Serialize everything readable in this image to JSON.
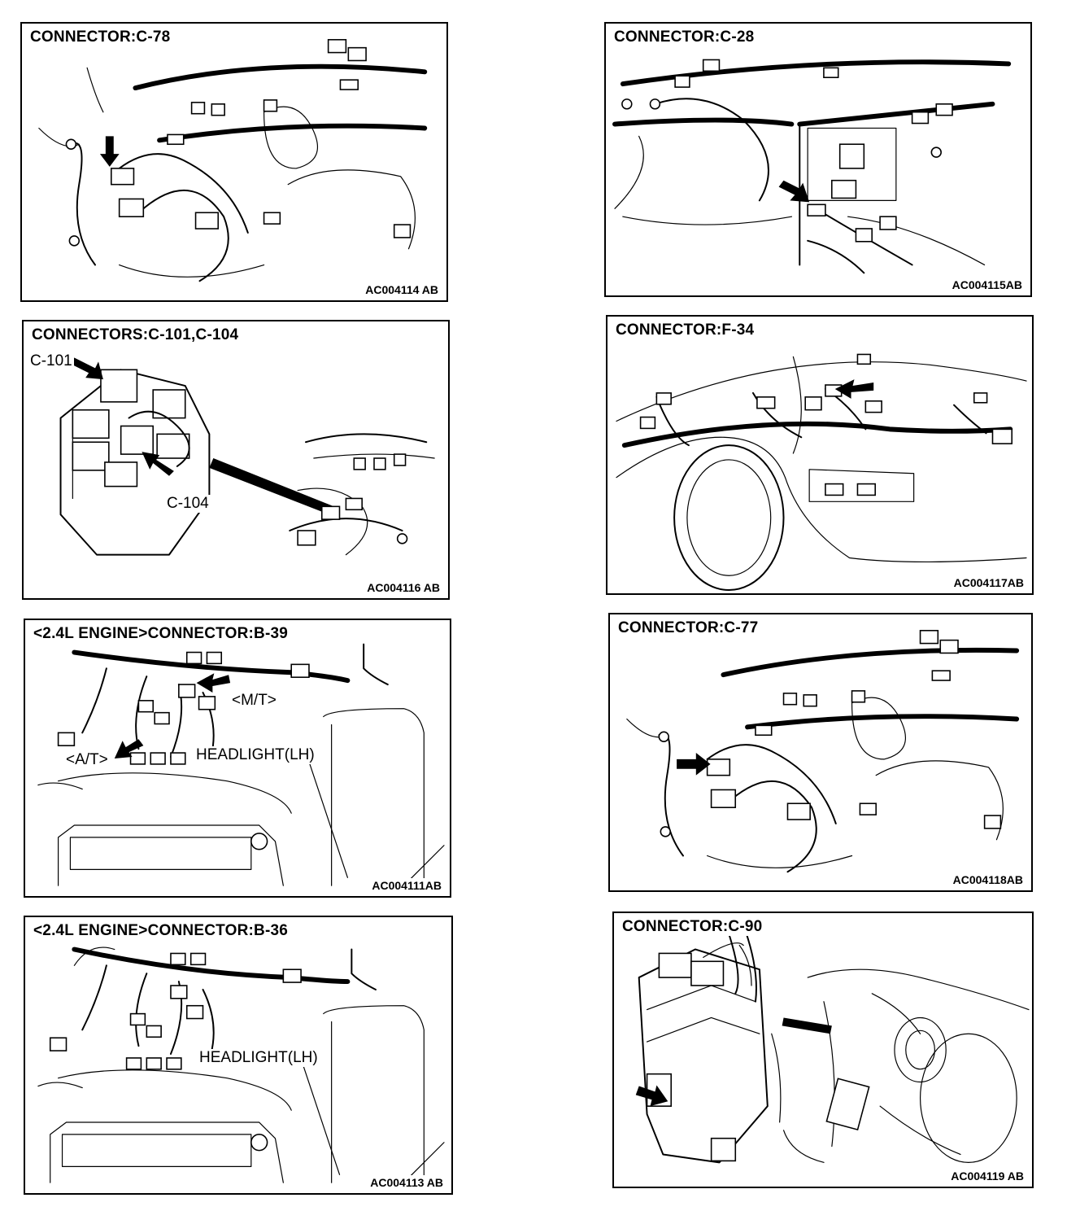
{
  "panels": [
    {
      "title": "CONNECTOR:C-78",
      "code": "AC004114 AB"
    },
    {
      "title": "CONNECTOR:C-28",
      "code": "AC004115AB"
    },
    {
      "title": "CONNECTORS:C-101,C-104",
      "code": "AC004116 AB",
      "labels": [
        "C-101",
        "C-104"
      ]
    },
    {
      "title": "CONNECTOR:F-34",
      "code": "AC004117AB"
    },
    {
      "title": "<2.4L ENGINE>CONNECTOR:B-39",
      "code": "AC004111AB",
      "labels": [
        "<M/T>",
        "<A/T>",
        "HEADLIGHT(LH)"
      ]
    },
    {
      "title": "CONNECTOR:C-77",
      "code": "AC004118AB"
    },
    {
      "title": "<2.4L ENGINE>CONNECTOR:B-36",
      "code": "AC004113 AB",
      "labels": [
        "HEADLIGHT(LH)"
      ]
    },
    {
      "title": "CONNECTOR:C-90",
      "code": "AC004119 AB"
    }
  ]
}
